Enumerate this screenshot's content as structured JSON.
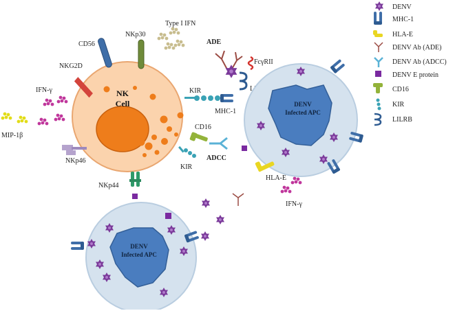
{
  "nk_cell": {
    "line1": "NK",
    "line2": "Cell"
  },
  "apc": {
    "line1": "DENV",
    "line2": "Infected APC"
  },
  "receptors": {
    "cd56": "CD56",
    "nkp30": "NKp30",
    "type1ifn": "Type I IFN",
    "nkg2d": "NKG2D",
    "ifng": "IFN-γ",
    "mip1b": "MIP-1β",
    "nkp46": "NKp46",
    "nkp44": "NKp44",
    "kir": "KIR",
    "kir2": "KIR",
    "cd16": "CD16",
    "mhc1": "MHC-1",
    "fcgrii": "FcγRII",
    "lilrb": "LILRB",
    "hlae": "HLA-E",
    "ifng2": "IFN-γ"
  },
  "mechanisms": {
    "ade": "ADE",
    "adcc": "ADCC"
  },
  "legend": [
    {
      "icon": "denv",
      "label": "DENV"
    },
    {
      "icon": "mhc1",
      "label": "MHC-1"
    },
    {
      "icon": "hlae",
      "label": "HLA-E"
    },
    {
      "icon": "ab-ade",
      "label": "DENV Ab (ADE)"
    },
    {
      "icon": "ab-adcc",
      "label": "DENV Ab (ADCC)"
    },
    {
      "icon": "eprotein",
      "label": "DENV E protein"
    },
    {
      "icon": "cd16",
      "label": "CD16"
    },
    {
      "icon": "kir",
      "label": "KIR"
    },
    {
      "icon": "lilrb",
      "label": "LILRB"
    }
  ],
  "colors": {
    "nk_fill": "#fbd3ad",
    "nk_nucleus": "#ee7d1b",
    "apc_fill": "#d5e2ee",
    "apc_nucleus": "#4a7dbf",
    "denv": "#7b3a9a",
    "eprotein": "#7a2aa0",
    "mhc": "#3f6ea8",
    "hlae": "#e9d622",
    "cd16": "#93b33a",
    "kir": "#3aa2b5",
    "ade_ab": "#9b4b43",
    "adcc_ab": "#5ab2d6",
    "fcgrii": "#d3332d"
  }
}
